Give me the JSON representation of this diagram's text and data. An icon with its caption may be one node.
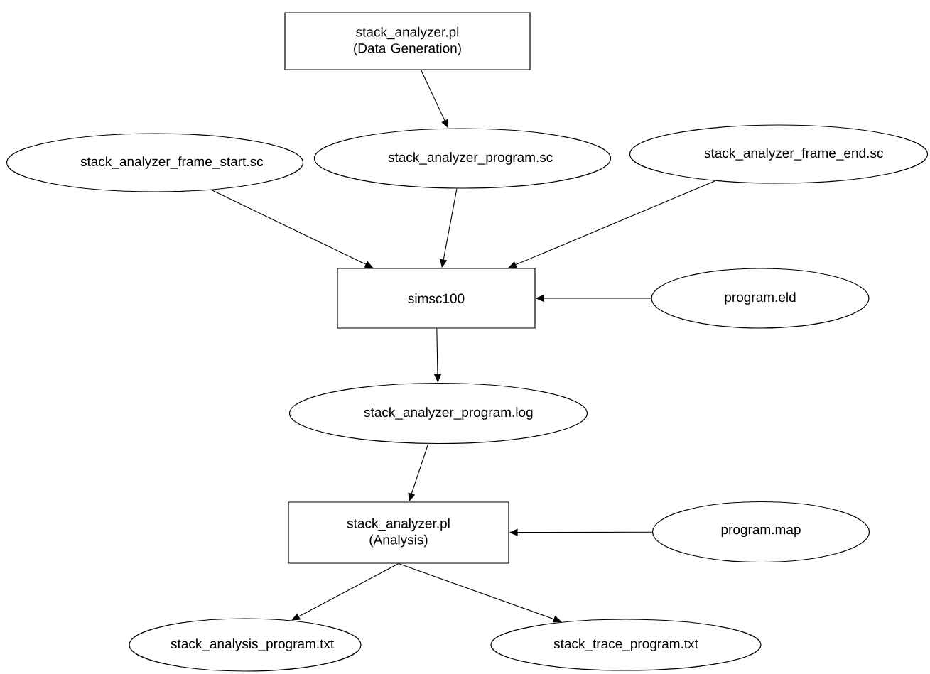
{
  "diagram": {
    "nodes": [
      {
        "text": [
          "stack_analyzer.pl (Data Generation)"
        ]
      },
      {
        "text": [
          "stack_analyzer_frame_start.sc"
        ]
      },
      {
        "text": [
          "stack_analyzer_program.sc"
        ]
      },
      {
        "text": [
          "stack_analyzer_frame_end.sc"
        ]
      },
      {
        "text": [
          "simsc100"
        ]
      },
      {
        "text": [
          "program.eld"
        ]
      },
      {
        "text": [
          "stack_analyzer_program.log"
        ]
      },
      {
        "text": [
          "stack_analyzer.pl (Analysis)"
        ]
      },
      {
        "text": [
          "program.map"
        ]
      },
      {
        "text": [
          "stack_analysis_program.txt"
        ]
      },
      {
        "text": [
          "stack_trace_program.txt"
        ]
      }
    ],
    "edges": [
      {
        "from": 0,
        "to": 2,
        "arrow": "to"
      },
      {
        "from": 1,
        "to": 4,
        "arrow": "to"
      },
      {
        "from": 2,
        "to": 4,
        "arrow": "to"
      },
      {
        "from": 3,
        "to": 4,
        "arrow": "to"
      },
      {
        "from": 5,
        "to": 4,
        "arrow": "to"
      },
      {
        "from": 4,
        "to": 6,
        "arrow": "to"
      },
      {
        "from": 6,
        "to": 7,
        "arrow": "to"
      },
      {
        "from": 8,
        "to": 7,
        "arrow": "to"
      },
      {
        "from": 7,
        "to": 9,
        "arrow": "to"
      },
      {
        "from": 7,
        "to": 10,
        "arrow": "to"
      }
    ]
  }
}
